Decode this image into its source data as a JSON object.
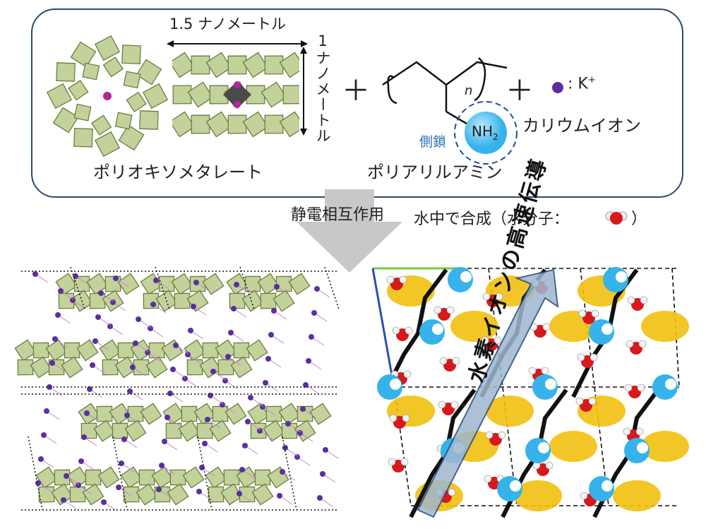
{
  "top": {
    "scale_horizontal": "1.5 ナノメートル",
    "scale_vertical": "1ナノメートル",
    "pom_label": "ポリオキソメタレート",
    "plus": "＋",
    "polymer_n": "n",
    "side_chain_label": "側鎖",
    "nh2_label": "NH",
    "nh2_sub": "2",
    "polymer_label": "ポリアリルアミン",
    "k_legend": ": K",
    "k_sup": "+",
    "potassium_label": "カリウムイオン"
  },
  "middle": {
    "interaction_label": "静電相互作用",
    "synthesis_label": "水中で合成（水分子：",
    "synthesis_close": "）"
  },
  "bottom": {
    "conduction_label": "水素イオンの高速伝導"
  },
  "colors": {
    "panel_border": "#2d4a6b",
    "octahedron": "#c3d29a",
    "octahedron_edge": "#6d7d3f",
    "potassium": "#5b2fa0",
    "amine_blue": "#35b3ea",
    "water_red": "#d7191c",
    "yellow_region": "#f2c010",
    "side_chain_text": "#2a6fb5",
    "arrow_gray": "#c8c8c8"
  },
  "icons": [
    "pom-top-view-icon",
    "pom-side-view-icon",
    "potassium-dot-icon",
    "water-molecule-icon",
    "down-arrow-icon"
  ]
}
